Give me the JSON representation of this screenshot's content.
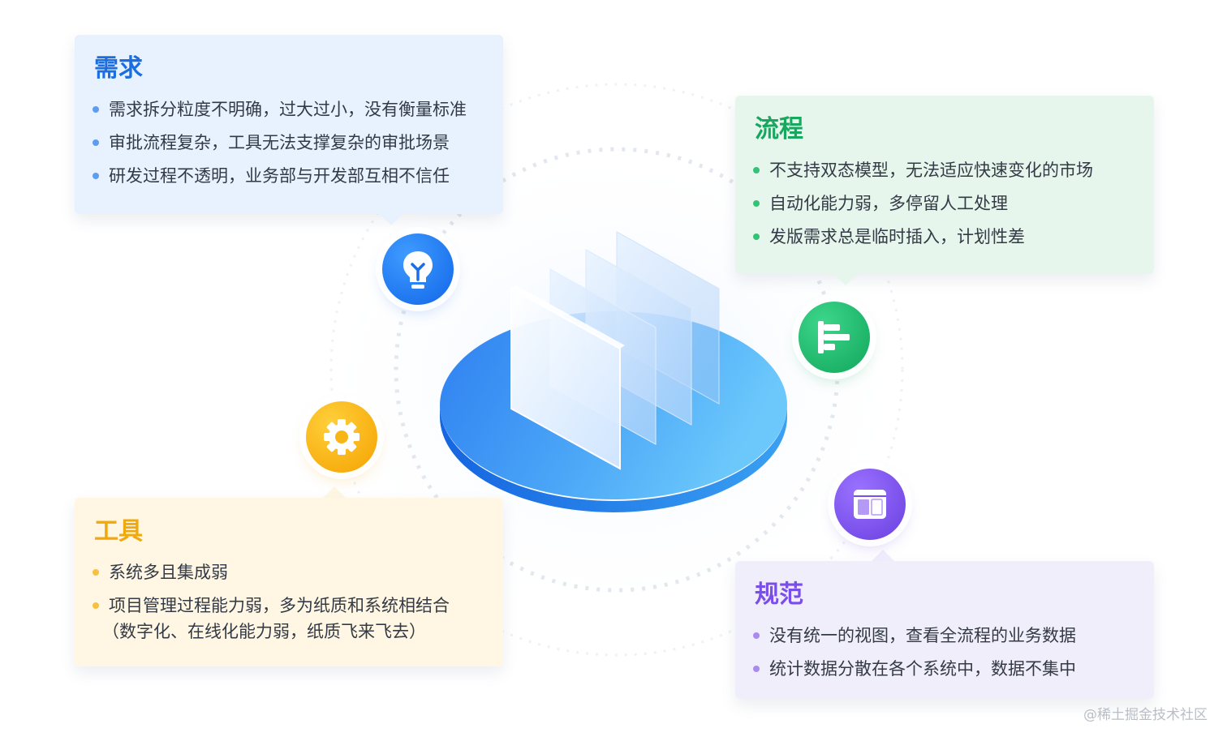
{
  "cards": {
    "requirements": {
      "title": "需求",
      "color": "#1a6ee0",
      "items": [
        "需求拆分粒度不明确，过大过小，没有衡量标准",
        "审批流程复杂，工具无法支撑复杂的审批场景",
        "研发过程不透明，业务部与开发部互相不信任"
      ]
    },
    "process": {
      "title": "流程",
      "color": "#17a85f",
      "items": [
        "不支持双态模型，无法适应快速变化的市场",
        "自动化能力弱，多停留人工处理",
        "发版需求总是临时插入，计划性差"
      ]
    },
    "tools": {
      "title": "工具",
      "color": "#f0a80c",
      "items": [
        "系统多且集成弱",
        "项目管理过程能力弱，多为纸质和系统相结合"
      ],
      "item2_continuation": "（数字化、在线化能力弱，纸质飞来飞去）"
    },
    "standards": {
      "title": "规范",
      "color": "#7a4ee8",
      "items": [
        "没有统一的视图，查看全流程的业务数据",
        "统计数据分散在各个系统中，数据不集中"
      ]
    }
  },
  "icons": {
    "requirements": "lightbulb-icon",
    "process": "gantt-bars-icon",
    "tools": "gear-icon",
    "standards": "window-layout-icon"
  },
  "watermark": "@稀土掘金技术社区"
}
